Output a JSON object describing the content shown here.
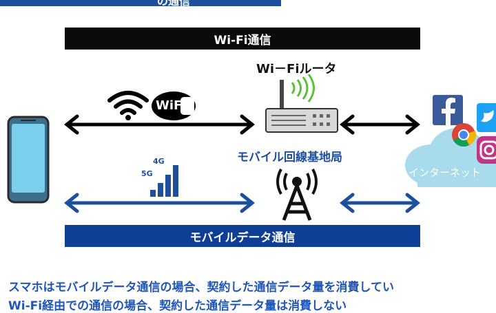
{
  "header": {
    "strip_text": "の通信"
  },
  "banners": {
    "wifi": "Wi-Fi通信",
    "mobile": "モバイルデータ通信"
  },
  "labels": {
    "router": "Wi－Fiルータ",
    "station": "モバイル回線基地局",
    "internet": "インターネット",
    "g4": "4G",
    "g5": "5G",
    "wifi_logo": "WiFi"
  },
  "caption": {
    "line1": "スマホはモバイルデータ通信の場合、契約した通信データ量を消費してい",
    "line2": "Wi-Fi経由での通信の場合、契約した通信データ量は消費しない"
  },
  "icons": [
    "smartphone-icon",
    "wifi-icon",
    "wifi-logo-icon",
    "router-icon",
    "signal-bars-icon",
    "antenna-tower-icon",
    "cloud-icon",
    "facebook-icon",
    "twitter-icon",
    "chrome-icon",
    "instagram-icon"
  ],
  "colors": {
    "blue": "#1d4f9c",
    "black": "#0b0b0b",
    "cloud": "#a8dcec"
  }
}
